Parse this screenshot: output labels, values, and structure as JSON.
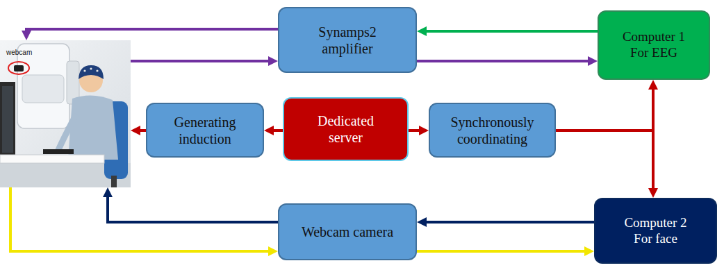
{
  "diagram": {
    "nodes": [
      {
        "text": [
          "webcam"
        ]
      },
      {
        "text": [
          "Synamps2 amplifier"
        ]
      },
      {
        "text": [
          "Computer 1 For EEG"
        ]
      },
      {
        "text": [
          "Generating induction"
        ]
      },
      {
        "text": [
          "Dedicated server"
        ]
      },
      {
        "text": [
          "Synchronously coordinating"
        ]
      },
      {
        "text": [
          "Webcam camera"
        ]
      },
      {
        "text": [
          "Computer 2 For face"
        ]
      }
    ],
    "edges": [
      {
        "from": 1,
        "to": 0,
        "arrow": "to"
      },
      {
        "from": 0,
        "to": 1,
        "arrow": "to"
      },
      {
        "from": 2,
        "to": 1,
        "arrow": "to"
      },
      {
        "from": 1,
        "to": 2,
        "arrow": "to"
      },
      {
        "from": 4,
        "to": 3,
        "arrow": "to"
      },
      {
        "from": 3,
        "to": 0,
        "arrow": "to"
      },
      {
        "from": 4,
        "to": 5,
        "arrow": "to"
      },
      {
        "from": 5,
        "to": 2,
        "arrow": "to"
      },
      {
        "from": 5,
        "to": 7,
        "arrow": "to"
      },
      {
        "from": 7,
        "to": 6,
        "arrow": "to"
      },
      {
        "from": 6,
        "to": 7,
        "arrow": "to"
      },
      {
        "from": 6,
        "to": 0,
        "arrow": "to"
      },
      {
        "from": 0,
        "to": 6,
        "arrow": "to"
      }
    ]
  }
}
